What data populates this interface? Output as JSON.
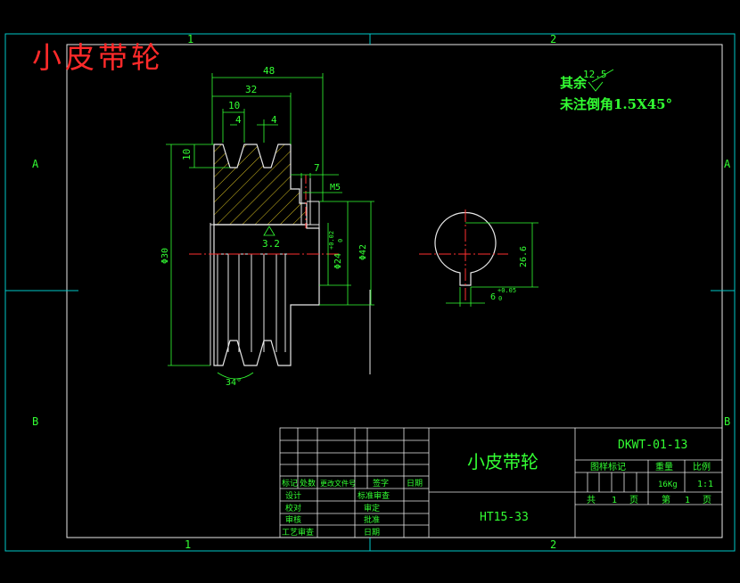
{
  "title": "小皮带轮",
  "notes": {
    "rest_label": "其余",
    "rest_roughness": "12.5",
    "chamfer_note": "未注倒角1.5X45°"
  },
  "zone_labels": {
    "col1": "1",
    "col2": "2",
    "rowA": "A",
    "rowB": "B"
  },
  "dimensions": {
    "d48": "48",
    "d32": "32",
    "d10a": "10",
    "d4a": "4",
    "d4b": "4",
    "d10b": "10",
    "d7": "7",
    "m5": "M5",
    "dia30": "Φ30",
    "dia24": "Φ24",
    "dia24_tol_upper": "+0.02",
    "dia24_tol_lower": "0",
    "dia42": "Φ42",
    "rough32": "3.2",
    "angle34": "34°",
    "key_depth": "26.6",
    "key_width": "6",
    "key_tol_upper": "+0.05",
    "key_tol_lower": "0"
  },
  "title_block": {
    "part_name": "小皮带轮",
    "material": "HT15-33",
    "drawing_no": "DKWT-01-13",
    "header_labels": [
      "图样标记",
      "重量",
      "比例"
    ],
    "weight": "16Kg",
    "scale": "1:1",
    "total_sheets_label": "共",
    "total_sheets": "1",
    "sheet_unit1": "页",
    "sheet_label": "第",
    "sheet_number": "1",
    "sheet_unit2": "页",
    "revision_headers": [
      "标记",
      "处数",
      "更改文件号",
      "签字",
      "日期"
    ],
    "sign_rows": [
      "设计",
      "校对",
      "审核",
      "工艺审查"
    ],
    "sign_rows_right": [
      "标准审查",
      "审定",
      "批准",
      "日期"
    ]
  }
}
